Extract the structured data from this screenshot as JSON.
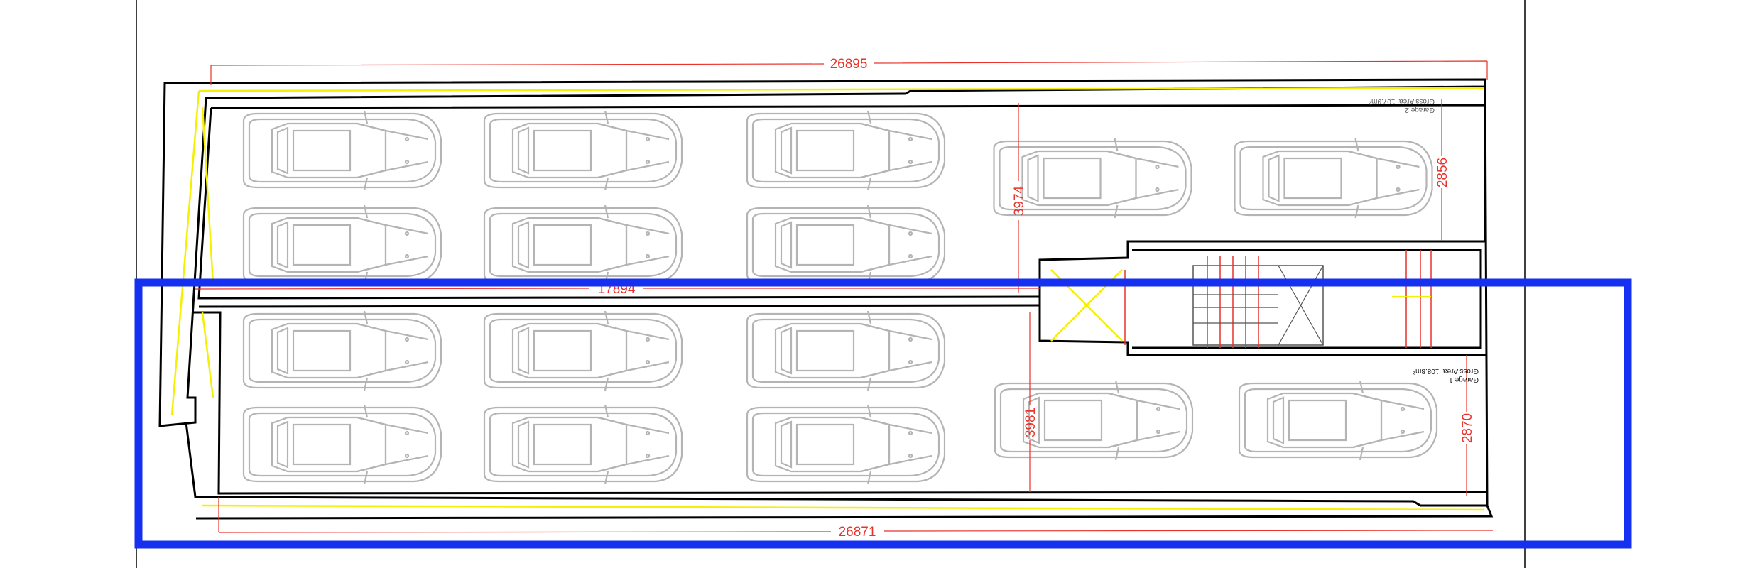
{
  "drawing": {
    "dimensions": {
      "top_width": "26895",
      "bottom_width": "26871",
      "middle_width": "17894",
      "upper_bay_depth": "3974",
      "lower_bay_depth": "3981",
      "upper_right_depth": "2856",
      "lower_right_depth": "2870"
    },
    "garages": [
      {
        "name": "Garage  2",
        "area": "Gross Area: 107.9m²"
      },
      {
        "name": "Garage  1",
        "area": "Gross Area: 108.8m²"
      }
    ],
    "parking_spaces": 16,
    "selection_highlight_color": "#1530f0",
    "dimension_color": "#e8322a",
    "boundary_color": "#000000",
    "setback_color": "#f5f000"
  }
}
